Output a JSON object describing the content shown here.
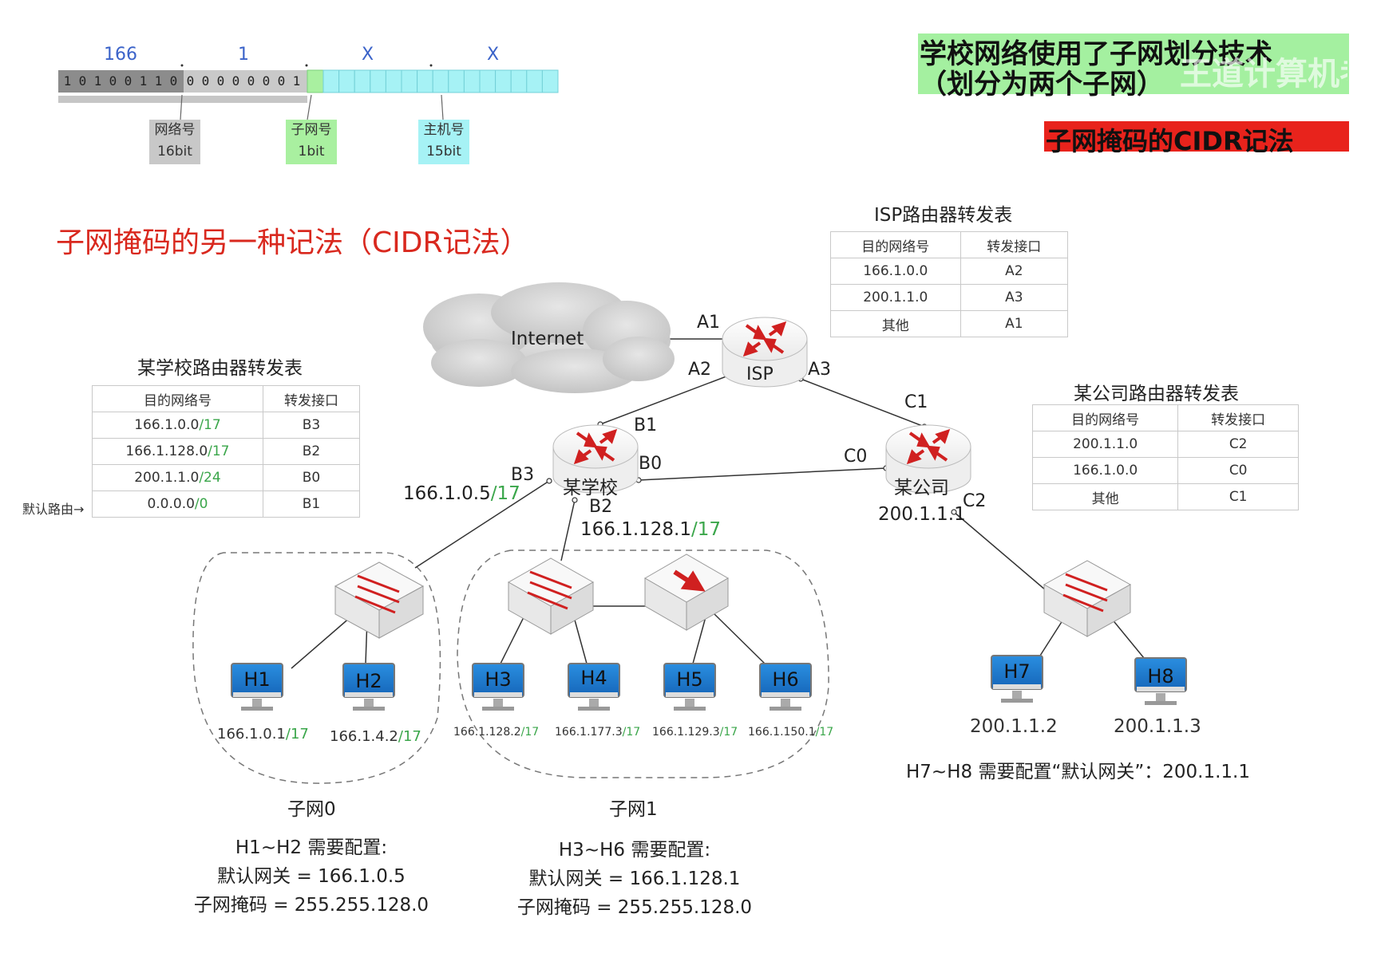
{
  "header": {
    "title_line1": "学校网络使用了子网划分技术",
    "title_line2": "（划分为两个子网）",
    "watermark": "王道计算机考",
    "badge": "子网掩码的CIDR记法",
    "subtitle": "子网掩码的另一种记法（CIDR记法）"
  },
  "address_bar": {
    "octets": [
      "166",
      "1",
      "X",
      "X"
    ],
    "bits": [
      "1",
      "0",
      "1",
      "0",
      "0",
      "1",
      "1",
      "0",
      "0",
      "0",
      "0",
      "0",
      "0",
      "0",
      "0",
      "1"
    ],
    "labels": [
      {
        "name": "网络号",
        "bits": "16bit",
        "color": "#c8c8c8"
      },
      {
        "name": "子网号",
        "bits": "1bit",
        "color": "#a9f0a0"
      },
      {
        "name": "主机号",
        "bits": "15bit",
        "color": "#a6f2f5"
      }
    ]
  },
  "isp_table": {
    "title": "ISP路由器转发表",
    "headers": [
      "目的网络号",
      "转发接口"
    ],
    "rows": [
      [
        "166.1.0.0",
        "A2"
      ],
      [
        "200.1.1.0",
        "A3"
      ],
      [
        "其他",
        "A1"
      ]
    ]
  },
  "school_table": {
    "title": "某学校路由器转发表",
    "headers": [
      "目的网络号",
      "转发接口"
    ],
    "rows": [
      {
        "net": "166.1.0.0",
        "prefix": "/17",
        "port": "B3"
      },
      {
        "net": "166.1.128.0",
        "prefix": "/17",
        "port": "B2"
      },
      {
        "net": "200.1.1.0",
        "prefix": "/24",
        "port": "B0"
      },
      {
        "net": "0.0.0.0",
        "prefix": "/0",
        "port": "B1"
      }
    ],
    "default_route_label": "默认路由→"
  },
  "company_table": {
    "title": "某公司路由器转发表",
    "headers": [
      "目的网络号",
      "转发接口"
    ],
    "rows": [
      [
        "200.1.1.0",
        "C2"
      ],
      [
        "166.1.0.0",
        "C0"
      ],
      [
        "其他",
        "C1"
      ]
    ]
  },
  "network": {
    "internet": "Internet",
    "isp": "ISP",
    "school": "某学校",
    "company": "某公司",
    "ports": {
      "A1": "A1",
      "A2": "A2",
      "A3": "A3",
      "B0": "B0",
      "B1": "B1",
      "B2": "B2",
      "B3": "B3",
      "C0": "C0",
      "C1": "C1",
      "C2": "C2"
    },
    "b3_ip": "166.1.0.5",
    "b3_prefix": "/17",
    "b2_ip": "166.1.128.1",
    "b2_prefix": "/17",
    "company_ip": "200.1.1.1"
  },
  "hosts": [
    {
      "name": "H1",
      "ip": "166.1.0.1",
      "prefix": "/17"
    },
    {
      "name": "H2",
      "ip": "166.1.4.2",
      "prefix": "/17"
    },
    {
      "name": "H3",
      "ip": "166.1.128.2",
      "prefix": "/17"
    },
    {
      "name": "H4",
      "ip": "166.1.177.3",
      "prefix": "/17"
    },
    {
      "name": "H5",
      "ip": "166.1.129.3",
      "prefix": "/17"
    },
    {
      "name": "H6",
      "ip": "166.1.150.1",
      "prefix": "/17"
    },
    {
      "name": "H7",
      "ip": "200.1.1.2",
      "prefix": ""
    },
    {
      "name": "H8",
      "ip": "200.1.1.3",
      "prefix": ""
    }
  ],
  "subnets": {
    "subnet0": {
      "name": "子网0",
      "line1": "H1~H2 需要配置:",
      "line2": "默认网关 = 166.1.0.5",
      "line3": "子网掩码 = 255.255.128.0"
    },
    "subnet1": {
      "name": "子网1",
      "line1": "H3~H6 需要配置:",
      "line2": "默认网关 = 166.1.128.1",
      "line3": "子网掩码 = 255.255.128.0"
    },
    "company_note": "H7~H8 需要配置“默认网关”：200.1.1.1"
  },
  "colors": {
    "red_title": "#d9281e",
    "green_prefix": "#3aa64a",
    "blue_octet": "#3b63c9",
    "monitor": "#1e7fd0",
    "badge_bg": "#e8231c"
  }
}
